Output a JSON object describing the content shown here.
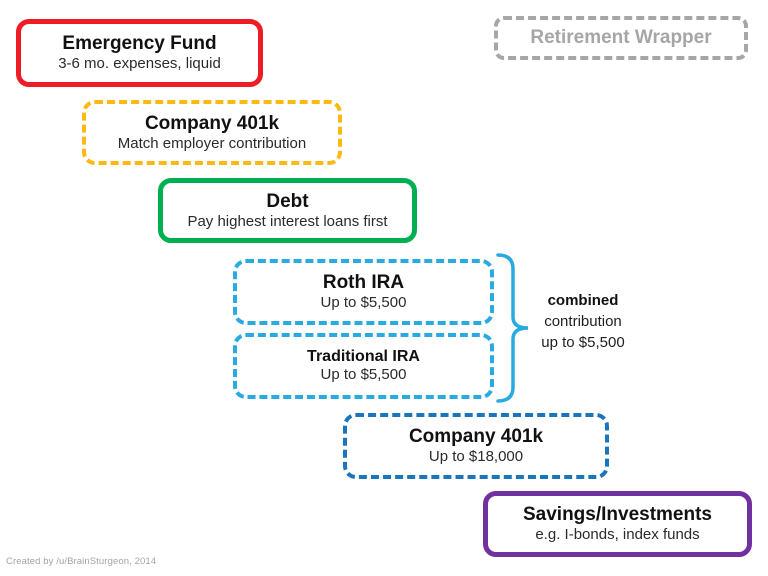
{
  "boxes": [
    {
      "title": "Emergency Fund",
      "subtitle": "3-6 mo. expenses, liquid",
      "border_color": "#ee1c25",
      "border_style": "solid"
    },
    {
      "title": "Company 401k",
      "subtitle": "Match employer contribution",
      "border_color": "#fdb913",
      "border_style": "dashed"
    },
    {
      "title": "Debt",
      "subtitle": "Pay highest interest loans first",
      "border_color": "#00b050",
      "border_style": "solid"
    },
    {
      "title": "Roth IRA",
      "subtitle": "Up to $5,500",
      "border_color": "#29abe2",
      "border_style": "dashed"
    },
    {
      "title": "Traditional IRA",
      "subtitle": "Up to $5,500",
      "border_color": "#29abe2",
      "border_style": "dashed"
    },
    {
      "title": "Company 401k",
      "subtitle": "Up to $18,000",
      "border_color": "#1b75bc",
      "border_style": "dashed"
    },
    {
      "title": "Savings/Investments",
      "subtitle": "e.g. I-bonds, index funds",
      "border_color": "#7030a0",
      "border_style": "solid"
    }
  ],
  "retirement_wrapper": {
    "label": "Retirement Wrapper",
    "color": "#a6a6a6",
    "border_style": "dashed"
  },
  "combined_note": {
    "line1": "combined",
    "line2": "contribution",
    "line3": "up to $5,500",
    "brace_color": "#29abe2"
  },
  "footer": {
    "credit": "Created by /u/BrainSturgeon, 2014",
    "color": "#a3a3a3"
  }
}
